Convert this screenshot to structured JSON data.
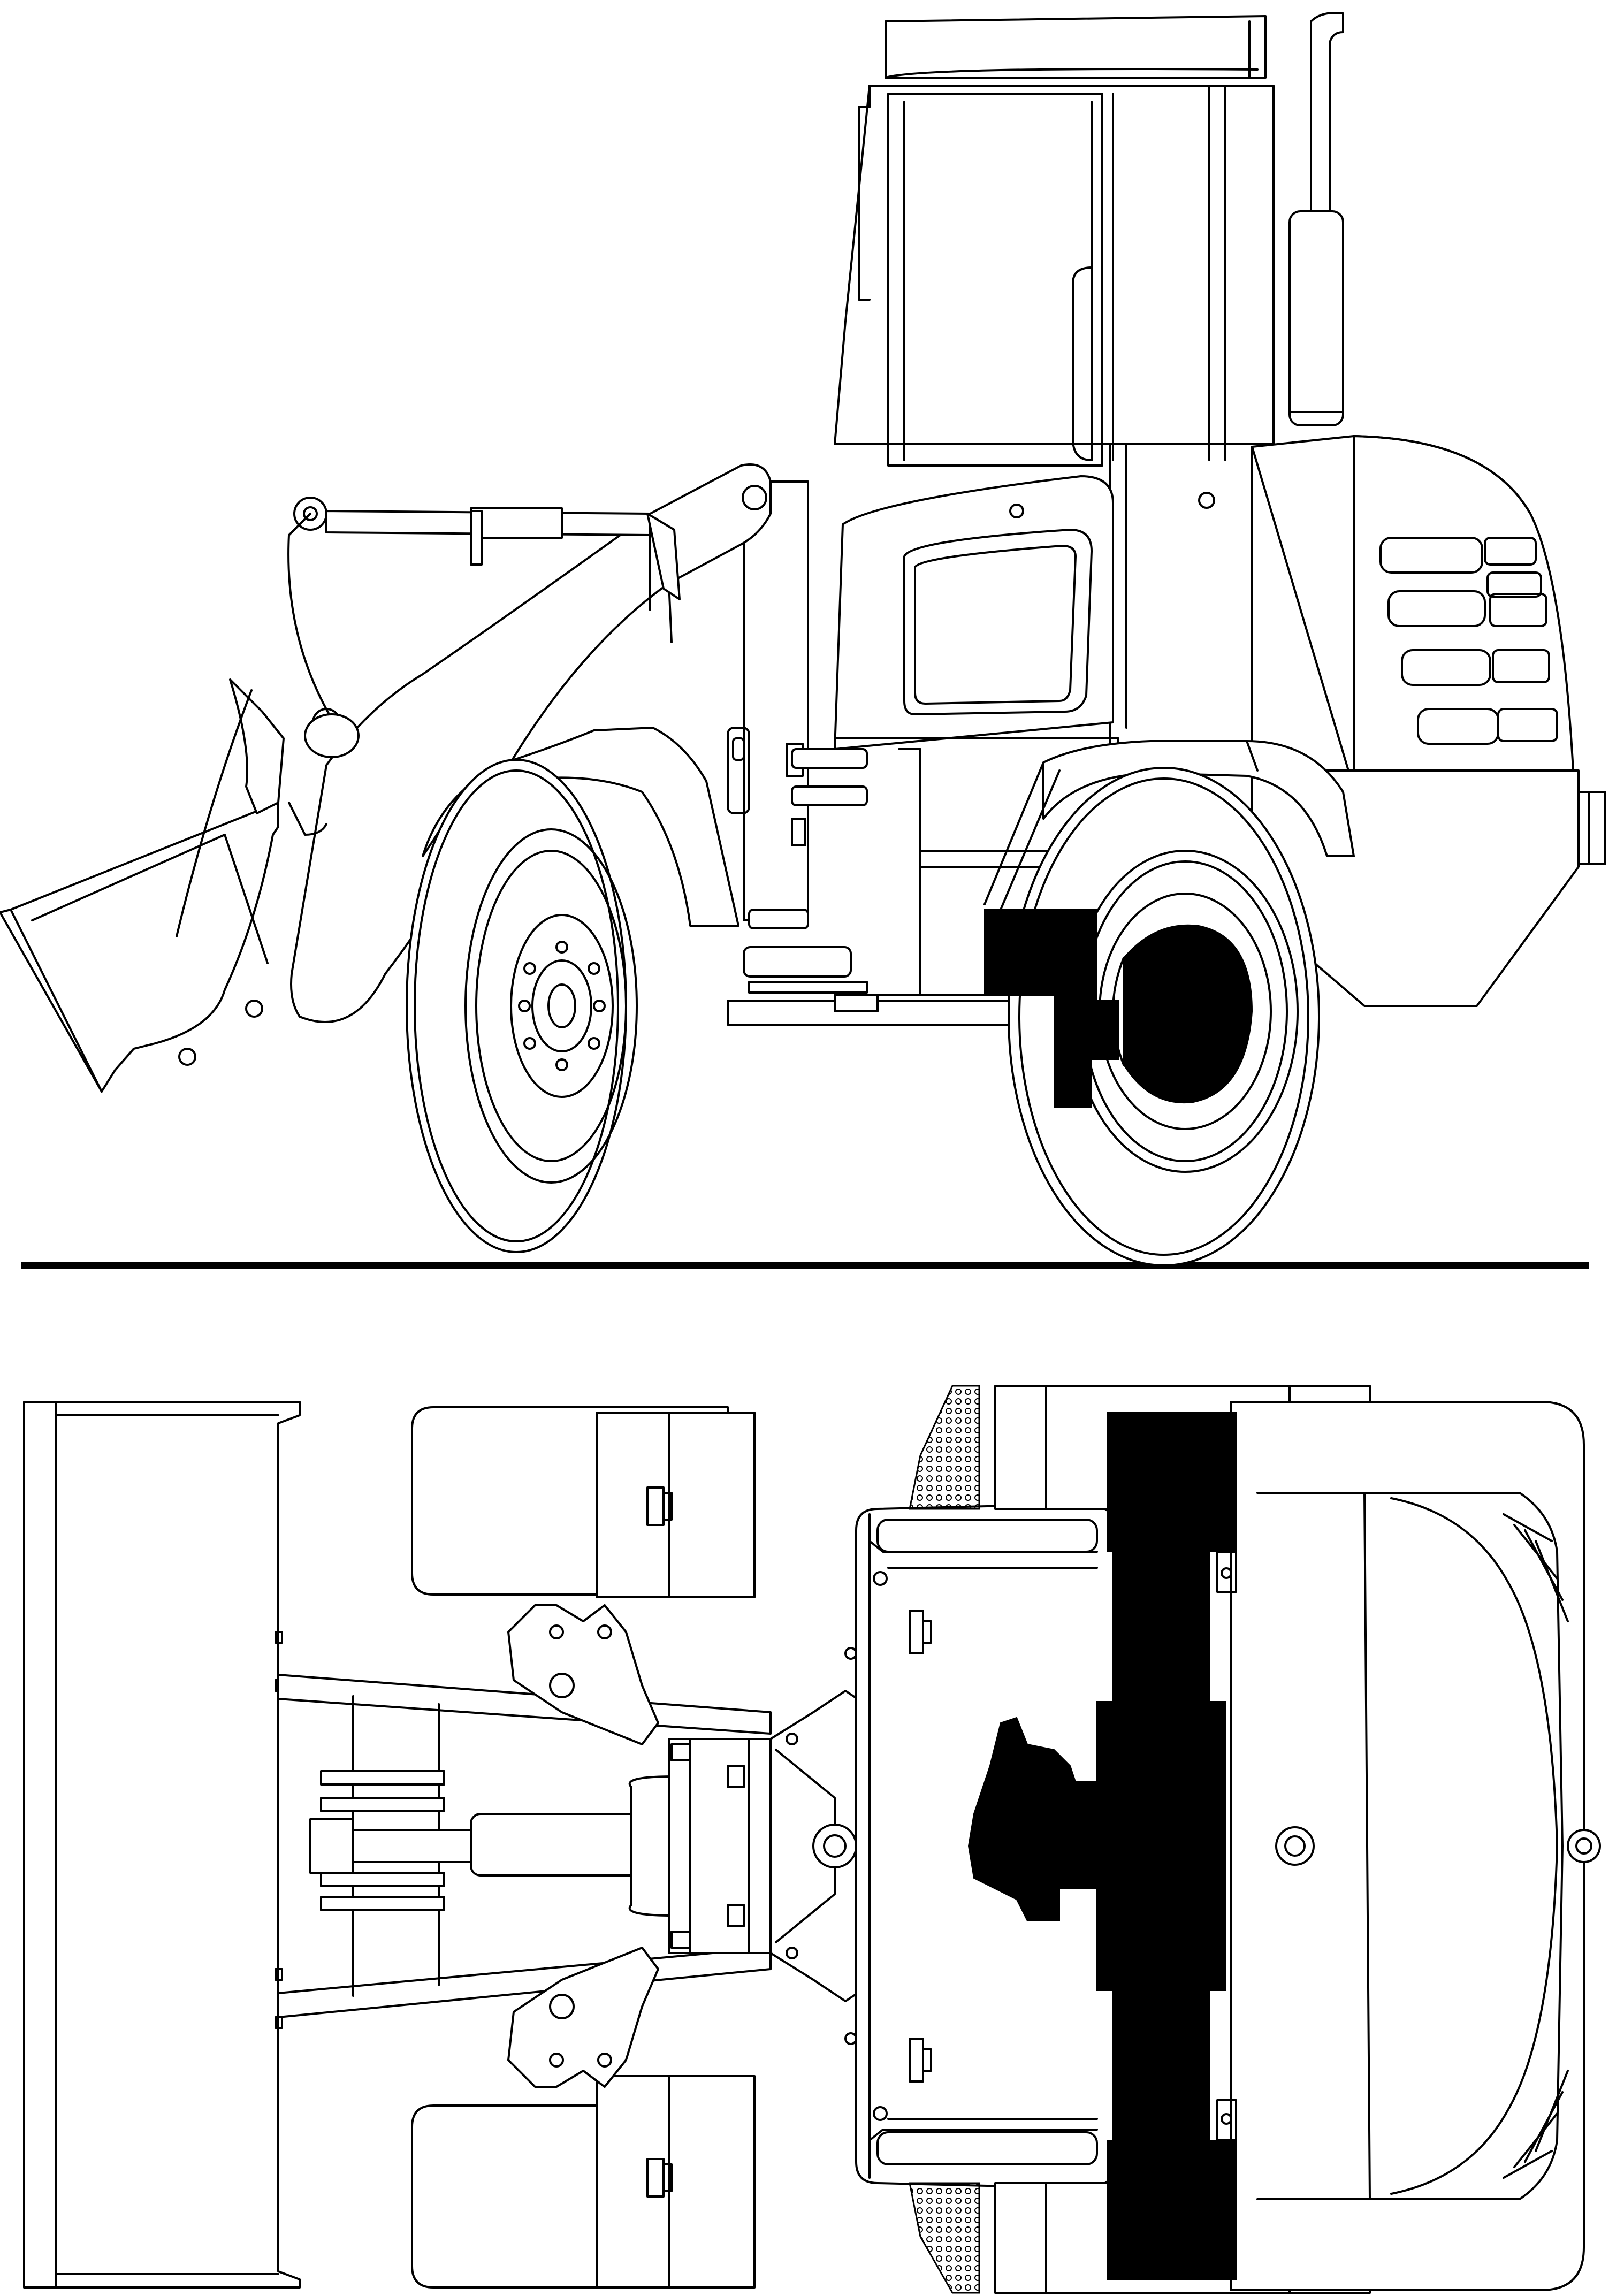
{
  "drawing": {
    "subject": "wheel-loader",
    "views": [
      "side",
      "top"
    ],
    "line_color": "#000000",
    "background_color": "#ffffff"
  }
}
